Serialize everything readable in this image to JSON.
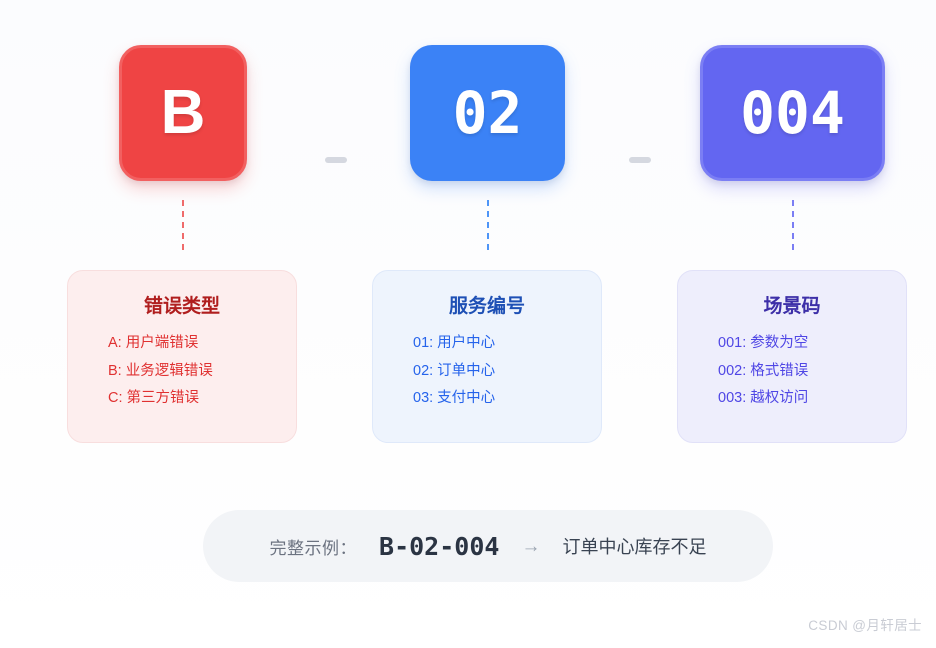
{
  "code_cards": [
    {
      "name": "error-type",
      "value": "B",
      "color": "#ef4444"
    },
    {
      "name": "service-no",
      "value": "02",
      "color": "#3b82f6"
    },
    {
      "name": "scene-code",
      "value": "004",
      "color": "#6366f1"
    }
  ],
  "separators": {
    "dash": ""
  },
  "legends": [
    {
      "name": "error-type",
      "title": "错误类型",
      "title_color": "#b01e1e",
      "item_color": "#e03131",
      "items": [
        "A: 用户端错误",
        "B: 业务逻辑错误",
        "C: 第三方错误"
      ]
    },
    {
      "name": "service-no",
      "title": "服务编号",
      "title_color": "#1e50b5",
      "item_color": "#2563eb",
      "items": [
        "01: 用户中心",
        "02: 订单中心",
        "03: 支付中心"
      ]
    },
    {
      "name": "scene-code",
      "title": "场景码",
      "title_color": "#3d2fa8",
      "item_color": "#4f46e5",
      "items": [
        "001: 参数为空",
        "002: 格式错误",
        "003: 越权访问"
      ]
    }
  ],
  "example": {
    "label": "完整示例：",
    "code": "B-02-004",
    "arrow": "→",
    "result": "订单中心库存不足"
  },
  "watermark": "CSDN @月轩居士"
}
